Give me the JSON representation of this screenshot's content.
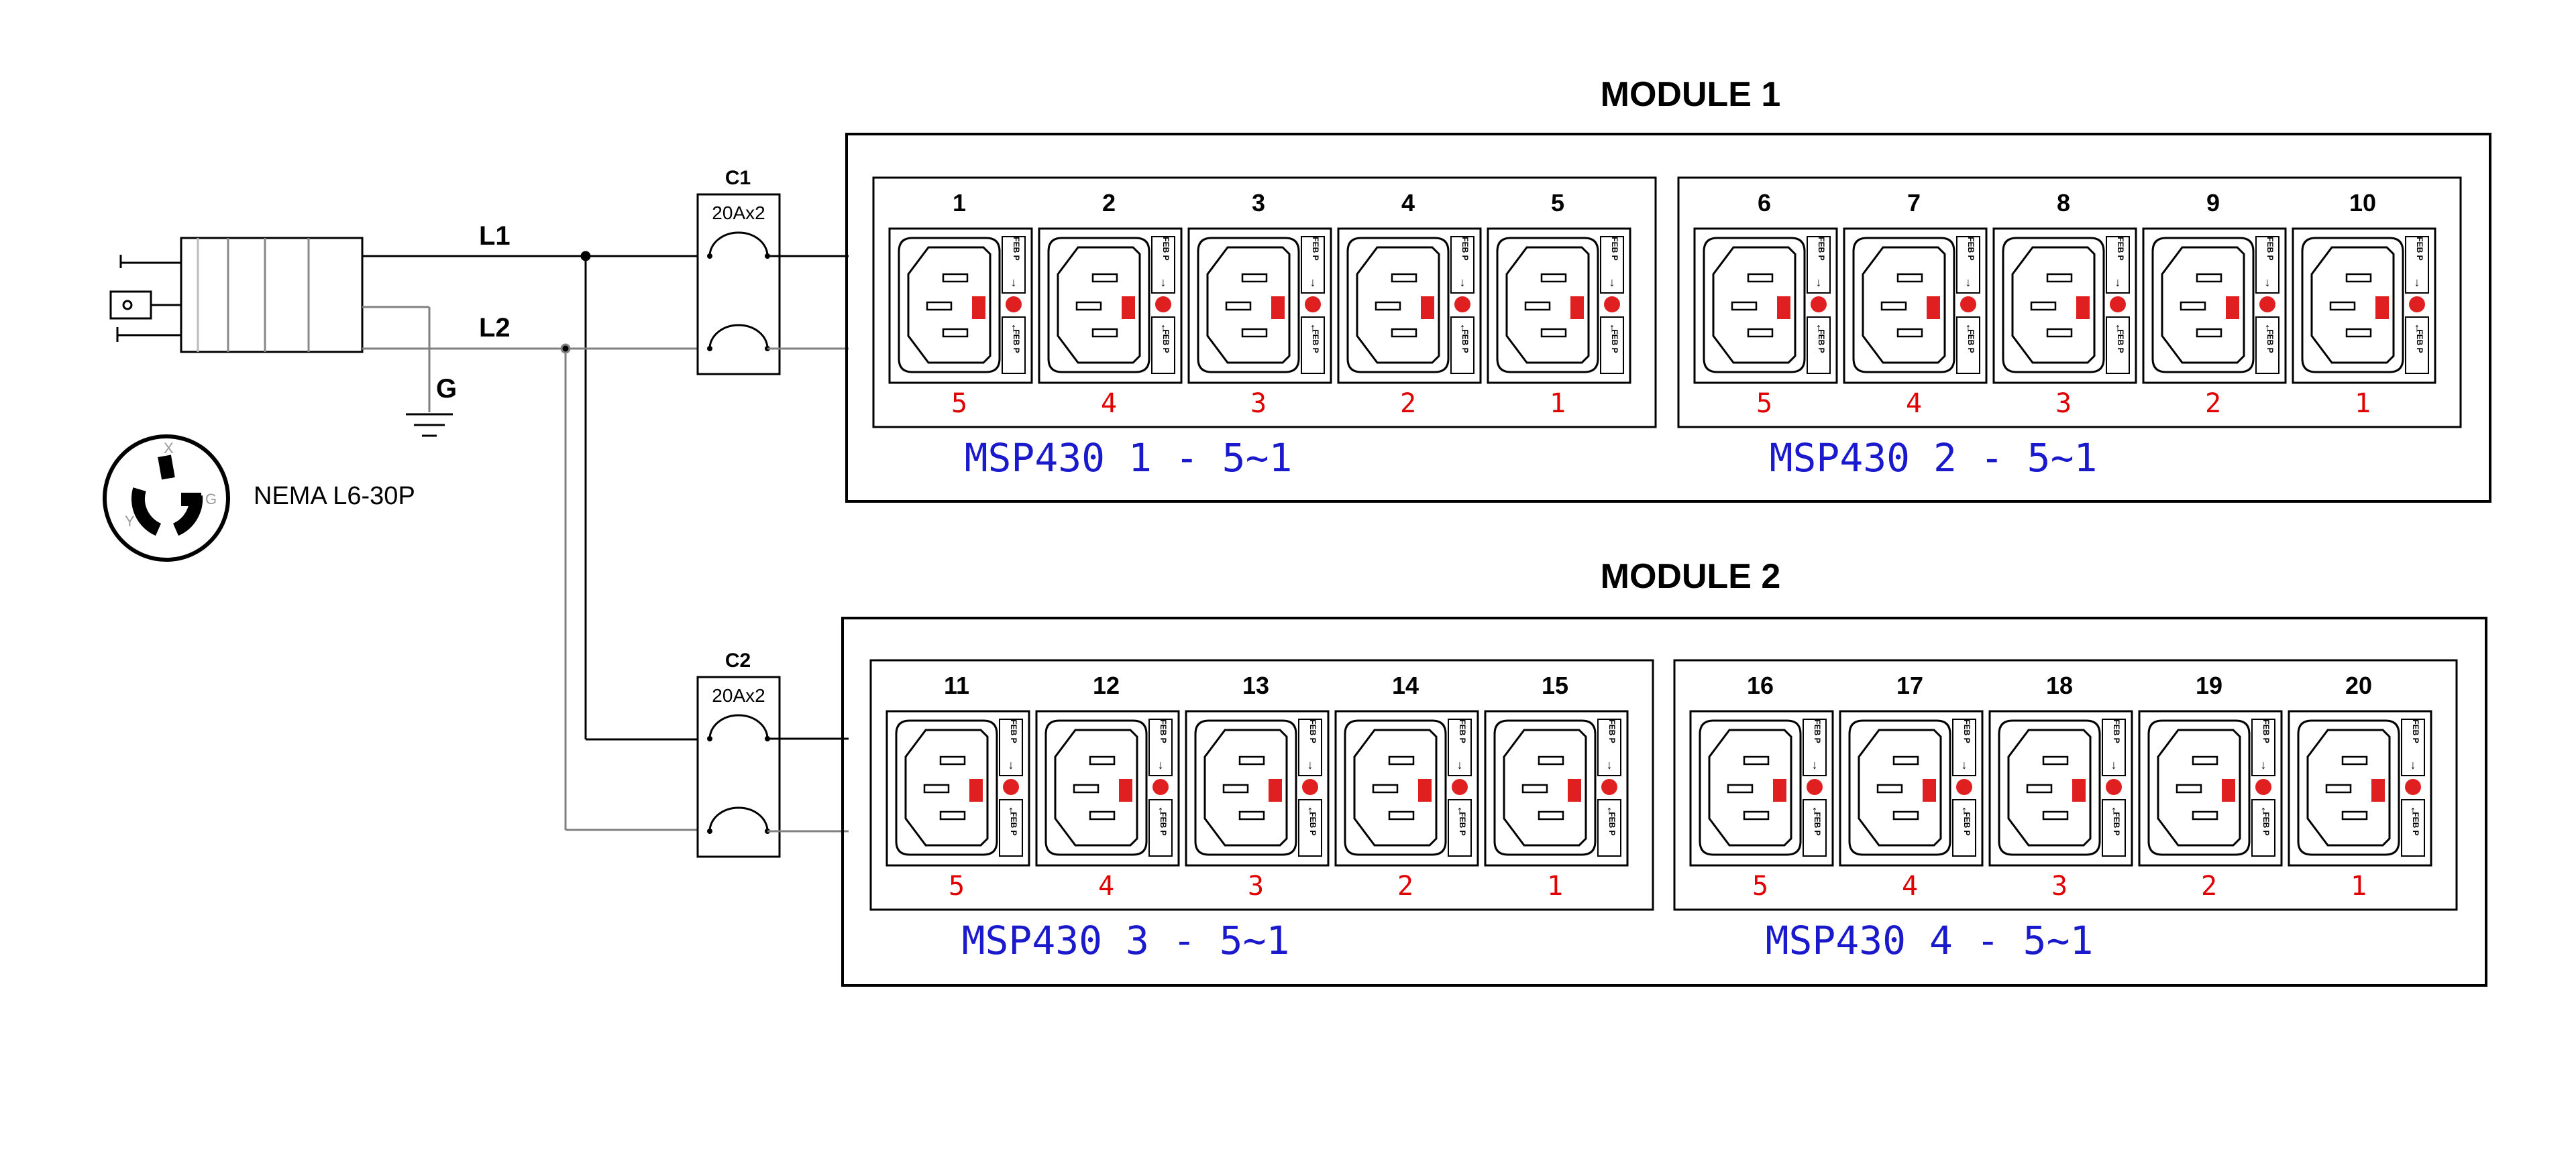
{
  "modules": [
    {
      "title": "MODULE 1",
      "groups": [
        {
          "label": "MSP430 1 - 5~1",
          "outlets": [
            "1",
            "2",
            "3",
            "4",
            "5"
          ],
          "ports": [
            "5",
            "4",
            "3",
            "2",
            "1"
          ]
        },
        {
          "label": "MSP430 2 - 5~1",
          "outlets": [
            "6",
            "7",
            "8",
            "9",
            "10"
          ],
          "ports": [
            "5",
            "4",
            "3",
            "2",
            "1"
          ]
        }
      ]
    },
    {
      "title": "MODULE 2",
      "groups": [
        {
          "label": "MSP430 3 - 5~1",
          "outlets": [
            "11",
            "12",
            "13",
            "14",
            "15"
          ],
          "ports": [
            "5",
            "4",
            "3",
            "2",
            "1"
          ]
        },
        {
          "label": "MSP430 4 - 5~1",
          "outlets": [
            "16",
            "17",
            "18",
            "19",
            "20"
          ],
          "ports": [
            "5",
            "4",
            "3",
            "2",
            "1"
          ]
        }
      ]
    }
  ],
  "breakers": [
    {
      "name": "C1",
      "rating": "20Ax2"
    },
    {
      "name": "C2",
      "rating": "20Ax2"
    }
  ],
  "lines": {
    "l1": "L1",
    "l2": "L2",
    "ground": "G"
  },
  "plug": {
    "name": "NEMA L6-30P",
    "pins": {
      "x": "X",
      "y": "Y",
      "g": "G"
    }
  },
  "outlet_side_text": {
    "top": "FEB P",
    "bottom": "FEB P"
  },
  "colors": {
    "line": "#000000",
    "l2_wire": "#808080",
    "port_numbers": "#e00000",
    "group_labels": "#1a1acc",
    "outlet_indicator": "#e02020"
  }
}
